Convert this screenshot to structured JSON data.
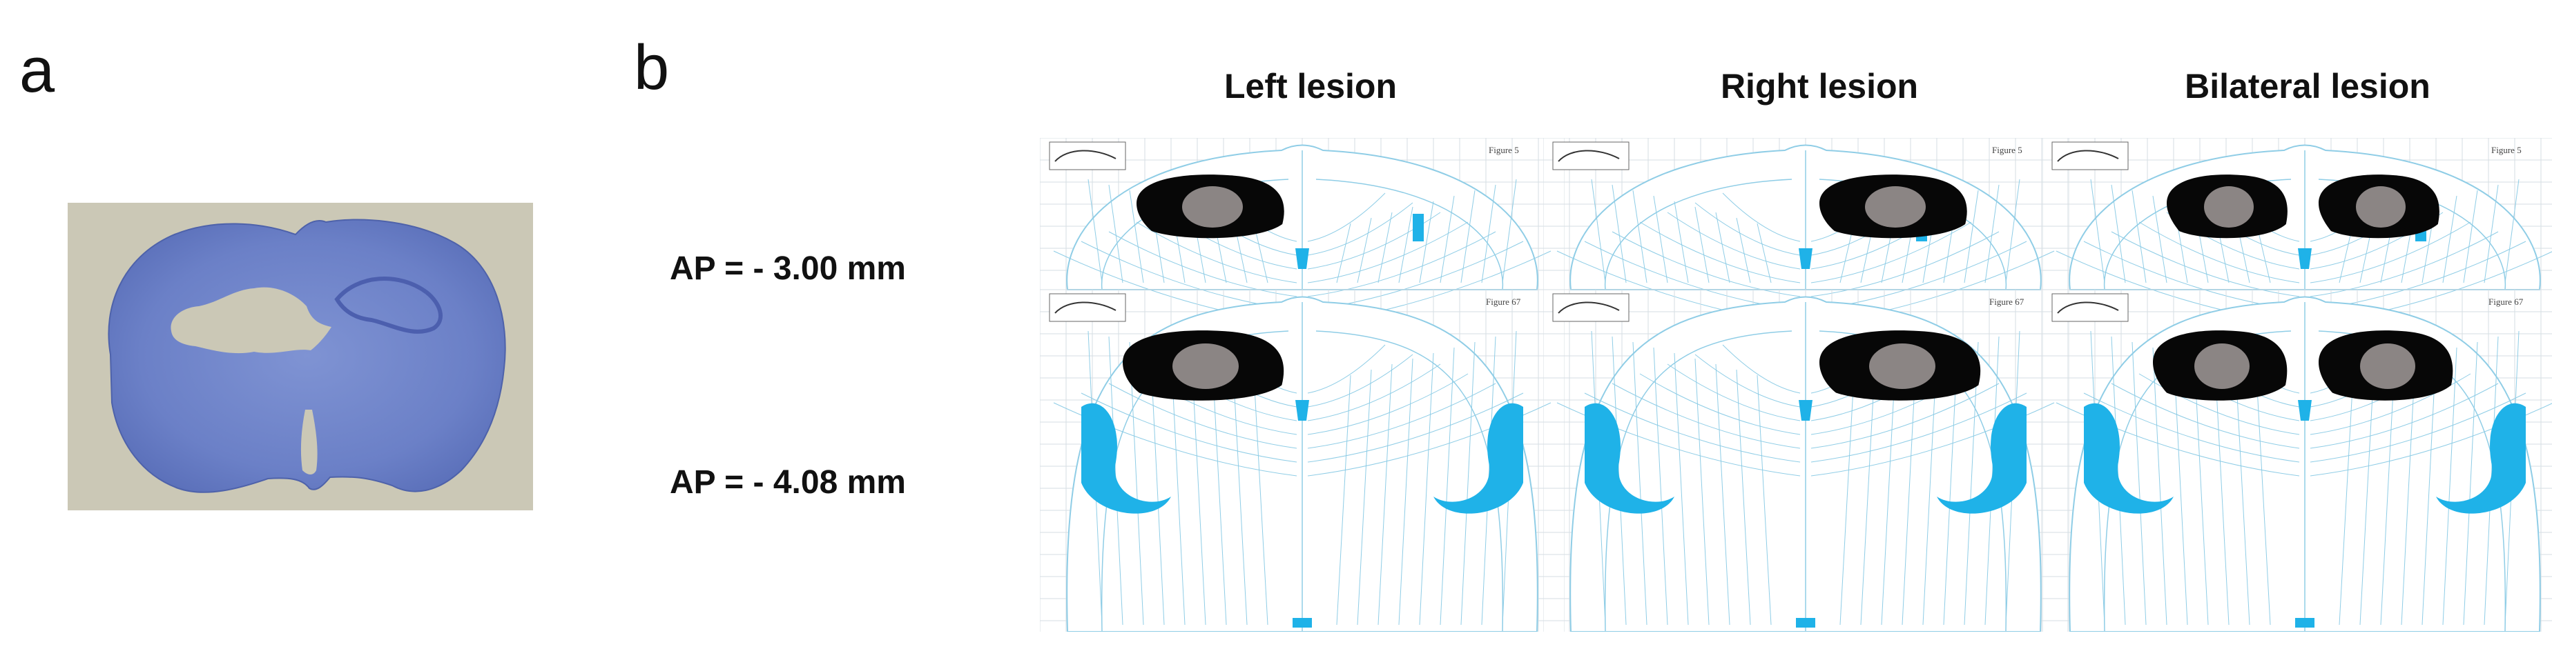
{
  "panels": {
    "a": "a",
    "b": "b"
  },
  "columns": [
    "Left lesion",
    "Right lesion",
    "Bilateral lesion"
  ],
  "rows": [
    "AP = - 3.00 mm",
    "AP = - 4.08 mm"
  ],
  "atlas_figure_labels": [
    "Figure 5",
    "Figure 67"
  ],
  "lesion_sides": [
    "left",
    "right",
    "both"
  ],
  "colors": {
    "atlas_line": "#8fcde6",
    "ventricle": "#1fb2e8",
    "lesion": "#070707",
    "lesion_core": "#8b8584",
    "nissl_stain": "#6e83c9",
    "slide_background": "#cbc8b6"
  }
}
